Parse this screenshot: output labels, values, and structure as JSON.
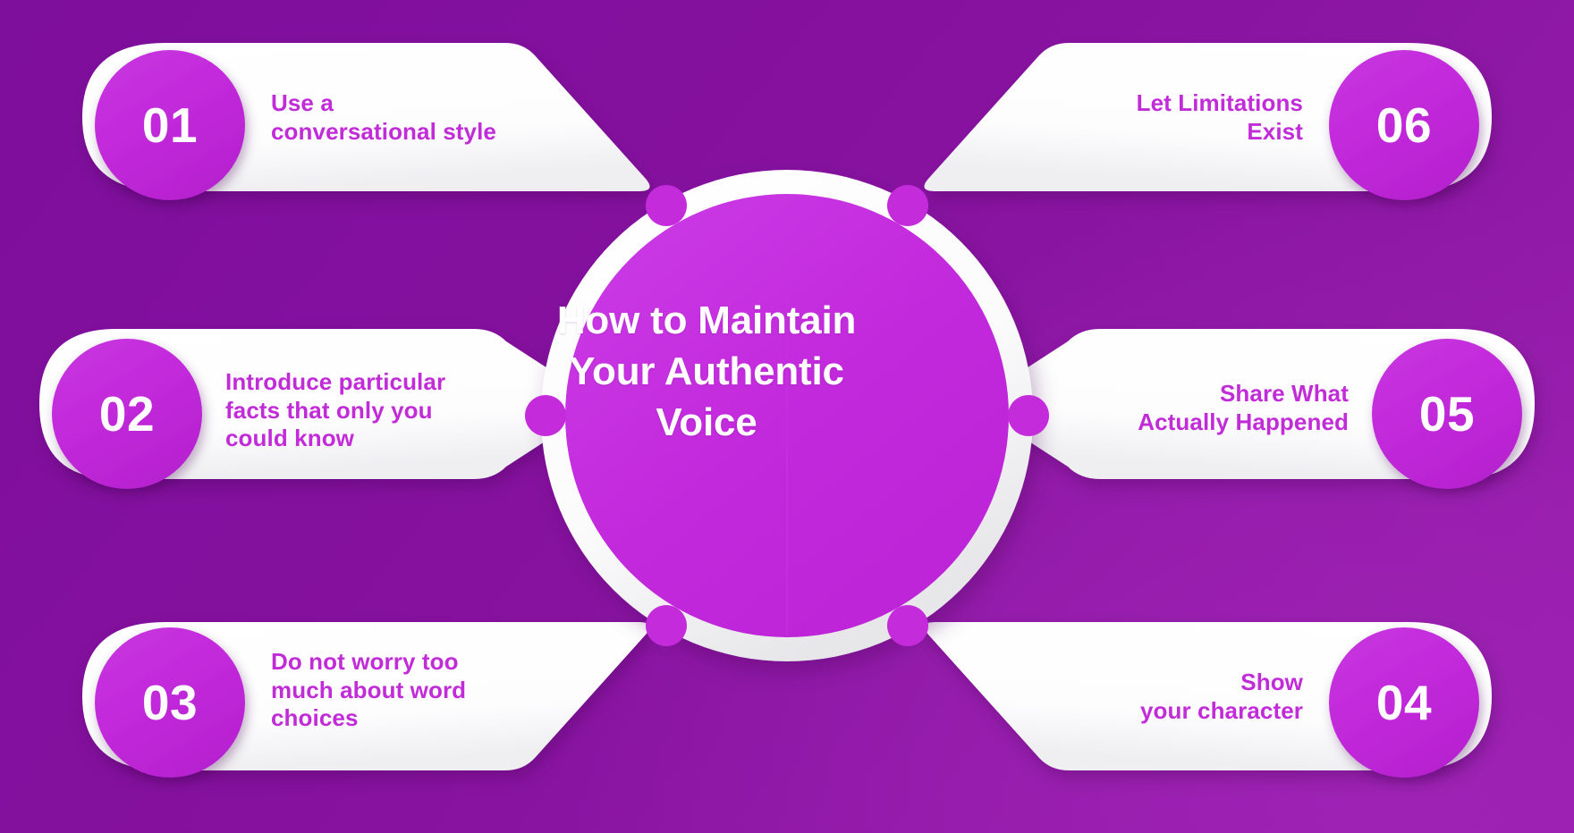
{
  "center": {
    "title": "How to Maintain\nYour Authentic\nVoice"
  },
  "colors": {
    "background_dark": "#7E0E9C",
    "background_light": "#9E22B4",
    "accent_magenta": "#C12BD8",
    "card_white": "#FFFFFF",
    "number_text": "#FFFFFF",
    "body_text": "#C12BD8"
  },
  "items": [
    {
      "number": "01",
      "text": "Use a\nconversational style",
      "side": "left",
      "position": "top"
    },
    {
      "number": "02",
      "text": "Introduce particular\nfacts that only you\ncould know",
      "side": "left",
      "position": "middle"
    },
    {
      "number": "03",
      "text": "Do not worry too\nmuch about word\nchoices",
      "side": "left",
      "position": "bottom"
    },
    {
      "number": "04",
      "text": "Show\nyour character",
      "side": "right",
      "position": "bottom"
    },
    {
      "number": "05",
      "text": "Share What\nActually Happened",
      "side": "right",
      "position": "middle"
    },
    {
      "number": "06",
      "text": "Let Limitations\nExist",
      "side": "right",
      "position": "top"
    }
  ]
}
